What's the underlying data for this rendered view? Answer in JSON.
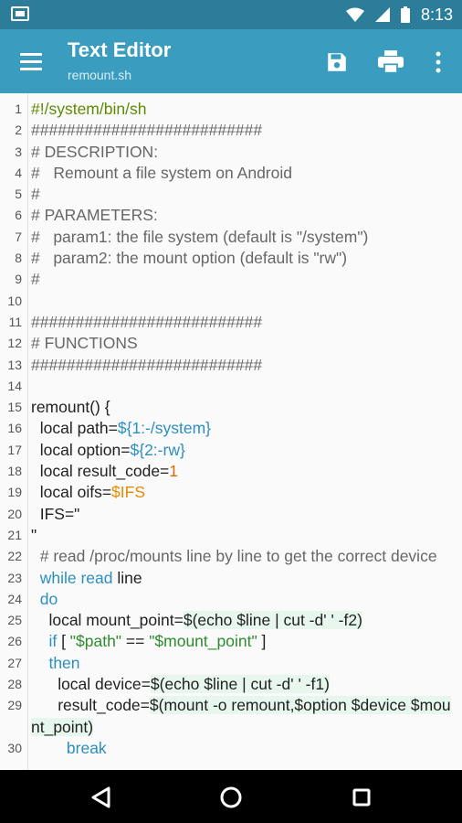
{
  "status": {
    "time": "8:13"
  },
  "appbar": {
    "title": "Text Editor",
    "filename": "remount.sh"
  },
  "lines": [
    {
      "n": "1",
      "parts": [
        {
          "c": "sheb",
          "t": "#!/system/bin/sh"
        }
      ]
    },
    {
      "n": "2",
      "parts": [
        {
          "c": "cmt",
          "t": "##########################"
        }
      ]
    },
    {
      "n": "3",
      "parts": [
        {
          "c": "cmt",
          "t": "# DESCRIPTION:"
        }
      ]
    },
    {
      "n": "4",
      "parts": [
        {
          "c": "cmt",
          "t": "#   Remount a file system on Android"
        }
      ]
    },
    {
      "n": "5",
      "parts": [
        {
          "c": "cmt",
          "t": "#"
        }
      ]
    },
    {
      "n": "6",
      "parts": [
        {
          "c": "cmt",
          "t": "# PARAMETERS:"
        }
      ]
    },
    {
      "n": "7",
      "parts": [
        {
          "c": "cmt",
          "t": "#   param1: the file system (default is \"/system\")"
        }
      ]
    },
    {
      "n": "8",
      "parts": [
        {
          "c": "cmt",
          "t": "#   param2: the mount option (default is \"rw\")"
        }
      ]
    },
    {
      "n": "9",
      "parts": [
        {
          "c": "cmt",
          "t": "#"
        }
      ]
    },
    {
      "n": "10",
      "parts": [
        {
          "c": "",
          "t": " "
        }
      ]
    },
    {
      "n": "11",
      "parts": [
        {
          "c": "cmt",
          "t": "##########################"
        }
      ]
    },
    {
      "n": "12",
      "parts": [
        {
          "c": "cmt",
          "t": "# FUNCTIONS"
        }
      ]
    },
    {
      "n": "13",
      "parts": [
        {
          "c": "cmt",
          "t": "##########################"
        }
      ]
    },
    {
      "n": "14",
      "parts": [
        {
          "c": "",
          "t": " "
        }
      ]
    },
    {
      "n": "15",
      "parts": [
        {
          "c": "",
          "t": "remount() {"
        }
      ]
    },
    {
      "n": "16",
      "parts": [
        {
          "c": "",
          "t": "  local path="
        },
        {
          "c": "var",
          "t": "${1:-/system}"
        }
      ]
    },
    {
      "n": "17",
      "parts": [
        {
          "c": "",
          "t": "  local option="
        },
        {
          "c": "var",
          "t": "${2:-rw}"
        }
      ]
    },
    {
      "n": "18",
      "parts": [
        {
          "c": "",
          "t": "  local result_code="
        },
        {
          "c": "num",
          "t": "1"
        }
      ]
    },
    {
      "n": "19",
      "parts": [
        {
          "c": "",
          "t": "  local oifs="
        },
        {
          "c": "env",
          "t": "$IFS"
        }
      ]
    },
    {
      "n": "20",
      "parts": [
        {
          "c": "",
          "t": "  IFS=\""
        }
      ]
    },
    {
      "n": "21",
      "parts": [
        {
          "c": "",
          "t": "\""
        }
      ]
    },
    {
      "n": "22",
      "parts": [
        {
          "c": "cmt",
          "t": "  # read /proc/mounts line by line to get the correct device"
        }
      ]
    },
    {
      "n": "23",
      "parts": [
        {
          "c": "",
          "t": "  "
        },
        {
          "c": "kw",
          "t": "while read"
        },
        {
          "c": "",
          "t": " line"
        }
      ]
    },
    {
      "n": "24",
      "parts": [
        {
          "c": "",
          "t": "  "
        },
        {
          "c": "kw",
          "t": "do"
        }
      ]
    },
    {
      "n": "25",
      "parts": [
        {
          "c": "",
          "t": "    local mount_point="
        },
        {
          "c": "hl",
          "t": "$(echo $line | cut -d' ' -f2)"
        }
      ]
    },
    {
      "n": "26",
      "parts": [
        {
          "c": "",
          "t": "    "
        },
        {
          "c": "kw",
          "t": "if"
        },
        {
          "c": "",
          "t": " [ "
        },
        {
          "c": "str",
          "t": "\"$path\""
        },
        {
          "c": "",
          "t": " == "
        },
        {
          "c": "str",
          "t": "\"$mount_point\""
        },
        {
          "c": "",
          "t": " ]"
        }
      ]
    },
    {
      "n": "27",
      "parts": [
        {
          "c": "",
          "t": "    "
        },
        {
          "c": "kw",
          "t": "then"
        }
      ]
    },
    {
      "n": "28",
      "parts": [
        {
          "c": "",
          "t": "      local device="
        },
        {
          "c": "hl",
          "t": "$(echo $line | cut -d' ' -f1)"
        }
      ]
    },
    {
      "n": "29",
      "parts": [
        {
          "c": "",
          "t": "      result_code="
        },
        {
          "c": "hl",
          "t": "$(mount -o remount,$option $device $mount_point)"
        }
      ]
    },
    {
      "n": "30",
      "parts": [
        {
          "c": "kw",
          "t": "        break"
        }
      ]
    }
  ]
}
